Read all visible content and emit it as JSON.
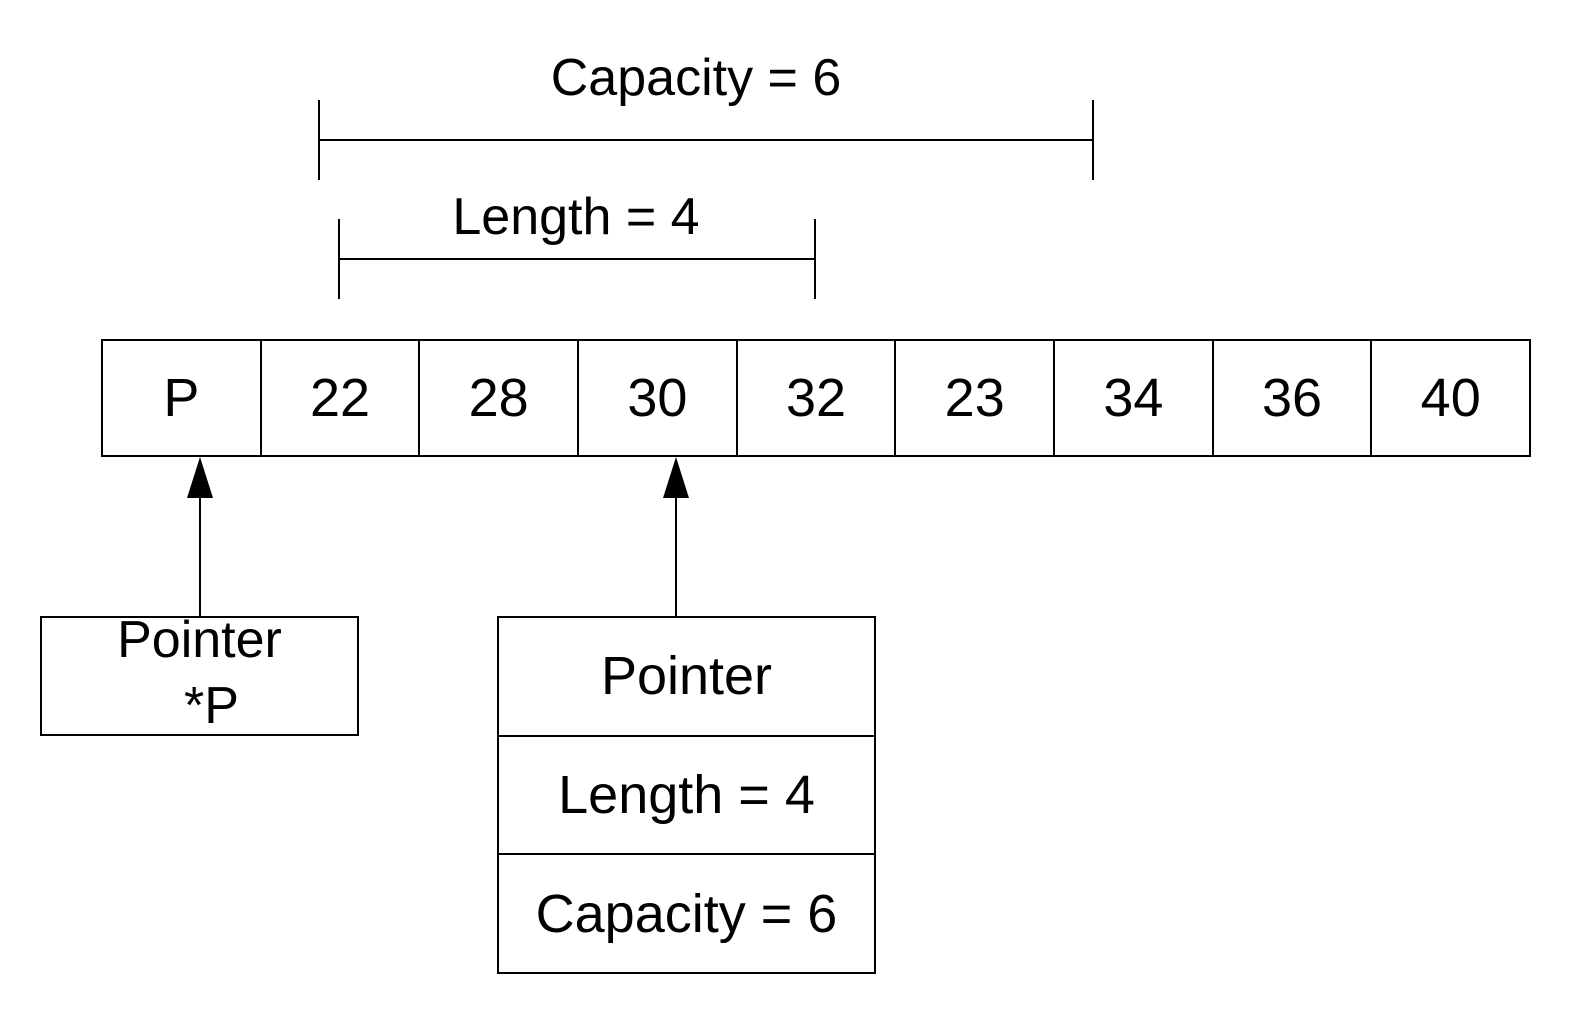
{
  "capacity_label": "Capacity = 6",
  "length_label": "Length = 4",
  "array_cells": [
    "P",
    "22",
    "28",
    "30",
    "32",
    "23",
    "34",
    "36",
    "40"
  ],
  "pointer_box": {
    "line1": "Pointer",
    "line2": "*P"
  },
  "slice_header": {
    "pointer": "Pointer",
    "length": "Length = 4",
    "capacity": "Capacity = 6"
  },
  "colors": {
    "stroke": "#000000",
    "background": "#ffffff"
  }
}
